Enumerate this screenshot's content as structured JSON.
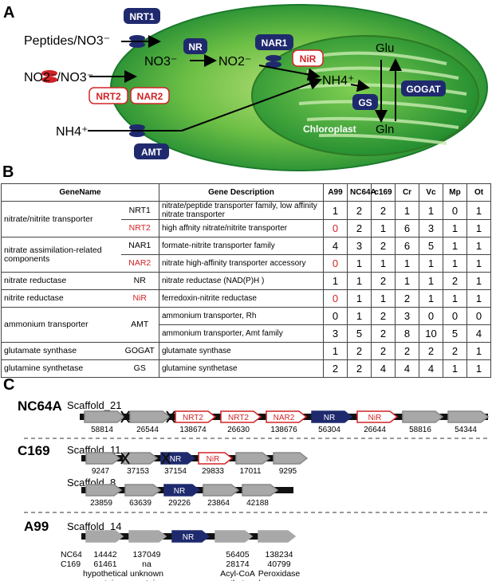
{
  "panel_a": {
    "label": "A",
    "peptides_no3": "Peptides/NO3⁻",
    "no2_no3": "NO2⁻/NO3⁻",
    "nh4_ext": "NH4⁺",
    "no3_inner": "NO3⁻",
    "no2_inner": "NO2⁻",
    "nh4_inner": "NH4⁺",
    "glu": "Glu",
    "gln": "Gln",
    "chloroplast": "Chloroplast",
    "labels": {
      "nrt1": "NRT1",
      "nr": "NR",
      "nar1": "NAR1",
      "nir": "NiR",
      "nrt2": "NRT2",
      "nar2": "NAR2",
      "amt": "AMT",
      "gs": "GS",
      "gogat": "GOGAT"
    },
    "colors": {
      "navy": "#1f2a6e",
      "red": "#d12326",
      "green_light": "#7ec84a",
      "green_dark": "#1e8a2e"
    }
  },
  "panel_b": {
    "label": "B",
    "headers": [
      "GeneName",
      "Gene Description",
      "A99",
      "NC64A",
      "c169",
      "Cr",
      "Vc",
      "Mp",
      "Ot"
    ],
    "rows": [
      {
        "category": "nitrate/nitrite transporter",
        "gene": "NRT1",
        "gene_red": false,
        "desc": "nitrate/peptide transporter family, low affinity nitrate transporter",
        "vals": [
          "1",
          "2",
          "2",
          "1",
          "1",
          "0",
          "1"
        ],
        "a99_red": false
      },
      {
        "category": "",
        "gene": "NRT2",
        "gene_red": true,
        "desc": "high affnity nitrate/nitrite transporter",
        "vals": [
          "0",
          "2",
          "1",
          "6",
          "3",
          "1",
          "1"
        ],
        "a99_red": true
      },
      {
        "category": "nitrate assimilation-related components",
        "gene": "NAR1",
        "gene_red": false,
        "desc": "formate-nitrite transporter family",
        "vals": [
          "4",
          "3",
          "2",
          "6",
          "5",
          "1",
          "1"
        ],
        "a99_red": false
      },
      {
        "category": "",
        "gene": "NAR2",
        "gene_red": true,
        "desc": "nitrate high-affinity transporter accessory",
        "vals": [
          "0",
          "1",
          "1",
          "1",
          "1",
          "1",
          "1"
        ],
        "a99_red": true
      },
      {
        "category": "nitrate reductase",
        "gene": "NR",
        "gene_red": false,
        "desc": "nitrate reductase (NAD(P)H )",
        "vals": [
          "1",
          "1",
          "2",
          "1",
          "1",
          "2",
          "1"
        ],
        "a99_red": false
      },
      {
        "category": "nitrite reductase",
        "gene": "NiR",
        "gene_red": true,
        "desc": "ferredoxin-nitrite reductase",
        "vals": [
          "0",
          "1",
          "1",
          "2",
          "1",
          "1",
          "1"
        ],
        "a99_red": true
      },
      {
        "category": "ammonium transporter",
        "gene": "AMT",
        "gene_red": false,
        "desc": "ammonium transporter, Rh",
        "vals": [
          "0",
          "1",
          "2",
          "3",
          "0",
          "0",
          "0"
        ],
        "a99_red": false
      },
      {
        "category": "",
        "gene": "",
        "gene_red": false,
        "desc": "ammonium transporter, Amt family",
        "vals": [
          "3",
          "5",
          "2",
          "8",
          "10",
          "5",
          "4"
        ],
        "a99_red": false
      },
      {
        "category": "glutamate synthase",
        "gene": "GOGAT",
        "gene_red": false,
        "desc": "glutamate synthase",
        "vals": [
          "1",
          "2",
          "2",
          "2",
          "2",
          "2",
          "1"
        ],
        "a99_red": false
      },
      {
        "category": "glutamine synthetase",
        "gene": "GS",
        "gene_red": false,
        "desc": "glutamine synthetase",
        "vals": [
          "2",
          "2",
          "4",
          "4",
          "4",
          "1",
          "1"
        ],
        "a99_red": false
      }
    ]
  },
  "panel_c": {
    "label": "C",
    "nc64a": {
      "species": "NC64A",
      "scaffold": "Scaffold_21",
      "genes": [
        {
          "label": "",
          "id": "58814",
          "style": "gray"
        },
        {
          "label": "",
          "id": "26544",
          "style": "gray"
        },
        {
          "label": "NRT2",
          "id": "138674",
          "style": "red"
        },
        {
          "label": "NRT2",
          "id": "26630",
          "style": "red"
        },
        {
          "label": "NAR2",
          "id": "138676",
          "style": "red"
        },
        {
          "label": "NR",
          "id": "56304",
          "style": "navy"
        },
        {
          "label": "NiR",
          "id": "26644",
          "style": "red"
        },
        {
          "label": "",
          "id": "58816",
          "style": "gray"
        },
        {
          "label": "",
          "id": "54344",
          "style": "gray"
        }
      ]
    },
    "c169": {
      "species": "C169",
      "scaffold": "Scaffold_11",
      "genes": [
        {
          "label": "",
          "id": "9247",
          "style": "gray"
        },
        {
          "label": "",
          "id": "37153",
          "style": "gray"
        },
        {
          "label": "NR",
          "id": "37154",
          "style": "navy"
        },
        {
          "label": "NiR",
          "id": "29833",
          "style": "red"
        },
        {
          "label": "",
          "id": "17011",
          "style": "gray"
        },
        {
          "label": "",
          "id": "9295",
          "style": "gray"
        }
      ],
      "scaffold2": "Scaffold_8",
      "genes2": [
        {
          "label": "",
          "id": "23859",
          "style": "gray"
        },
        {
          "label": "",
          "id": "63639",
          "style": "gray"
        },
        {
          "label": "NR",
          "id": "29226",
          "style": "navy"
        },
        {
          "label": "",
          "id": "23864",
          "style": "gray"
        },
        {
          "label": "",
          "id": "42188",
          "style": "gray"
        }
      ]
    },
    "a99": {
      "species": "A99",
      "scaffold": "Scaffold_14",
      "nr_label": "NR",
      "row_nc64": "NC64",
      "row_c169": "C169",
      "cols": [
        {
          "nc64": "14442",
          "c169": "61461",
          "desc1": "hypothetical",
          "desc2": "protein"
        },
        {
          "nc64": "137049",
          "c169": "na",
          "desc1": "unknown",
          "desc2": "protein"
        },
        {
          "nc64": "56405",
          "c169": "28174",
          "desc1": "Acyl-CoA",
          "desc2": "synthetase"
        },
        {
          "nc64": "138234",
          "c169": "40799",
          "desc1": "Peroxidase",
          "desc2": "/oxygenase"
        }
      ]
    }
  }
}
